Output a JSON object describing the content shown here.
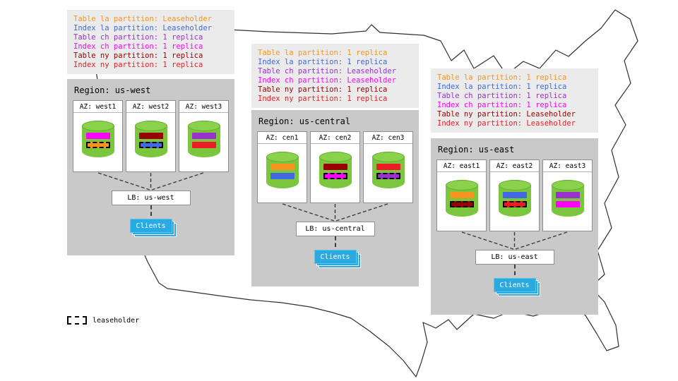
{
  "legend": {
    "label": "leaseholder"
  },
  "regions": [
    {
      "name": "us-west",
      "title": "Region: us-west",
      "lb_label": "LB: us-west",
      "clients_label": "Clients",
      "notes": [
        {
          "text": "Table la partition: Leaseholder",
          "color": "#f7941d"
        },
        {
          "text": "Index la partition: Leaseholder",
          "color": "#4169e1"
        },
        {
          "text": "Table ch partition: 1 replica",
          "color": "#9932cc"
        },
        {
          "text": "Index ch partition: 1 replica",
          "color": "#ff00ff"
        },
        {
          "text": "Table ny partition: 1 replica",
          "color": "#990000"
        },
        {
          "text": "Index ny partition: 1 replica",
          "color": "#ed1c24"
        }
      ],
      "azs": [
        {
          "label": "AZ: west1",
          "bars": [
            {
              "color": "#ff00ff",
              "leaseholder": false
            },
            {
              "color": "#f7941d",
              "leaseholder": true
            }
          ]
        },
        {
          "label": "AZ: west2",
          "bars": [
            {
              "color": "#990000",
              "leaseholder": false
            },
            {
              "color": "#4169e1",
              "leaseholder": true
            }
          ]
        },
        {
          "label": "AZ: west3",
          "bars": [
            {
              "color": "#9932cc",
              "leaseholder": false
            },
            {
              "color": "#ed1c24",
              "leaseholder": false
            }
          ]
        }
      ]
    },
    {
      "name": "us-central",
      "title": "Region: us-central",
      "lb_label": "LB: us-central",
      "clients_label": "Clients",
      "notes": [
        {
          "text": "Table la partition: 1 replica",
          "color": "#f7941d"
        },
        {
          "text": "Index la partition: 1 replica",
          "color": "#4169e1"
        },
        {
          "text": "Table ch partition: Leaseholder",
          "color": "#9932cc"
        },
        {
          "text": "Index ch partition: Leaseholder",
          "color": "#ff00ff"
        },
        {
          "text": "Table ny partition: 1 replica",
          "color": "#990000"
        },
        {
          "text": "Index ny partition: 1 replica",
          "color": "#ed1c24"
        }
      ],
      "azs": [
        {
          "label": "AZ: cen1",
          "bars": [
            {
              "color": "#f7941d",
              "leaseholder": false
            },
            {
              "color": "#4169e1",
              "leaseholder": false
            }
          ]
        },
        {
          "label": "AZ: cen2",
          "bars": [
            {
              "color": "#990000",
              "leaseholder": false
            },
            {
              "color": "#ff00ff",
              "leaseholder": true
            }
          ]
        },
        {
          "label": "AZ: cen3",
          "bars": [
            {
              "color": "#ed1c24",
              "leaseholder": false
            },
            {
              "color": "#9932cc",
              "leaseholder": true
            }
          ]
        }
      ]
    },
    {
      "name": "us-east",
      "title": "Region: us-east",
      "lb_label": "LB: us-east",
      "clients_label": "Clients",
      "notes": [
        {
          "text": "Table la partition: 1 replica",
          "color": "#f7941d"
        },
        {
          "text": "Index la partition: 1 replica",
          "color": "#4169e1"
        },
        {
          "text": "Table ch partition: 1 replica",
          "color": "#9932cc"
        },
        {
          "text": "Index ch partition: 1 replica",
          "color": "#ff00ff"
        },
        {
          "text": "Table ny partition: Leaseholder",
          "color": "#990000"
        },
        {
          "text": "Index ny partition: Leaseholder",
          "color": "#ed1c24"
        }
      ],
      "azs": [
        {
          "label": "AZ: east1",
          "bars": [
            {
              "color": "#f7941d",
              "leaseholder": false
            },
            {
              "color": "#990000",
              "leaseholder": true
            }
          ]
        },
        {
          "label": "AZ: east2",
          "bars": [
            {
              "color": "#4169e1",
              "leaseholder": false
            },
            {
              "color": "#ed1c24",
              "leaseholder": true
            }
          ]
        },
        {
          "label": "AZ: east3",
          "bars": [
            {
              "color": "#9932cc",
              "leaseholder": false
            },
            {
              "color": "#ff00ff",
              "leaseholder": false
            }
          ]
        }
      ]
    }
  ]
}
